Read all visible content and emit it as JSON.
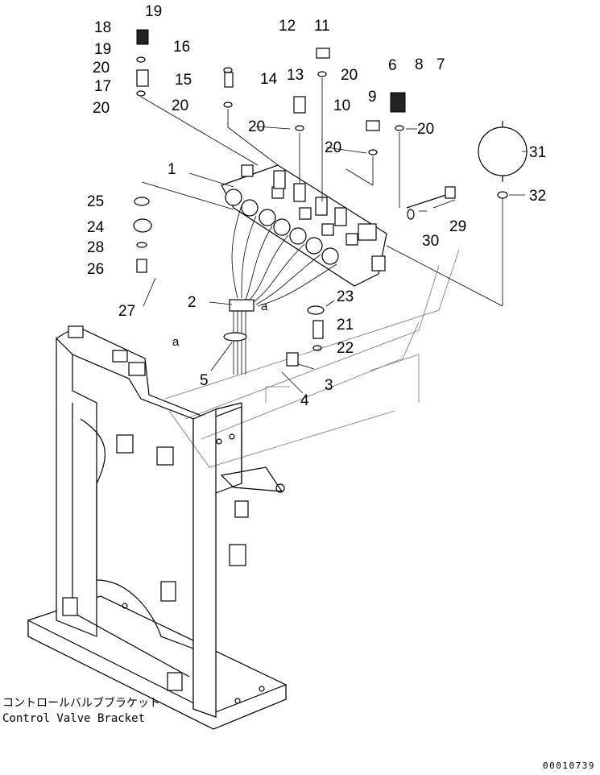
{
  "caption": {
    "jp": "コントロールバルブブラケット",
    "en": "Control Valve Bracket"
  },
  "drawing_code": "00010739",
  "letter_marks": [
    "a",
    "a"
  ],
  "callouts": [
    "1",
    "2",
    "3",
    "4",
    "5",
    "6",
    "7",
    "8",
    "9",
    "10",
    "11",
    "12",
    "13",
    "14",
    "15",
    "16",
    "17",
    "18",
    "19",
    "19",
    "20",
    "20",
    "20",
    "20",
    "20",
    "20",
    "20",
    "21",
    "22",
    "23",
    "24",
    "25",
    "26",
    "27",
    "28",
    "29",
    "30",
    "31",
    "32"
  ]
}
